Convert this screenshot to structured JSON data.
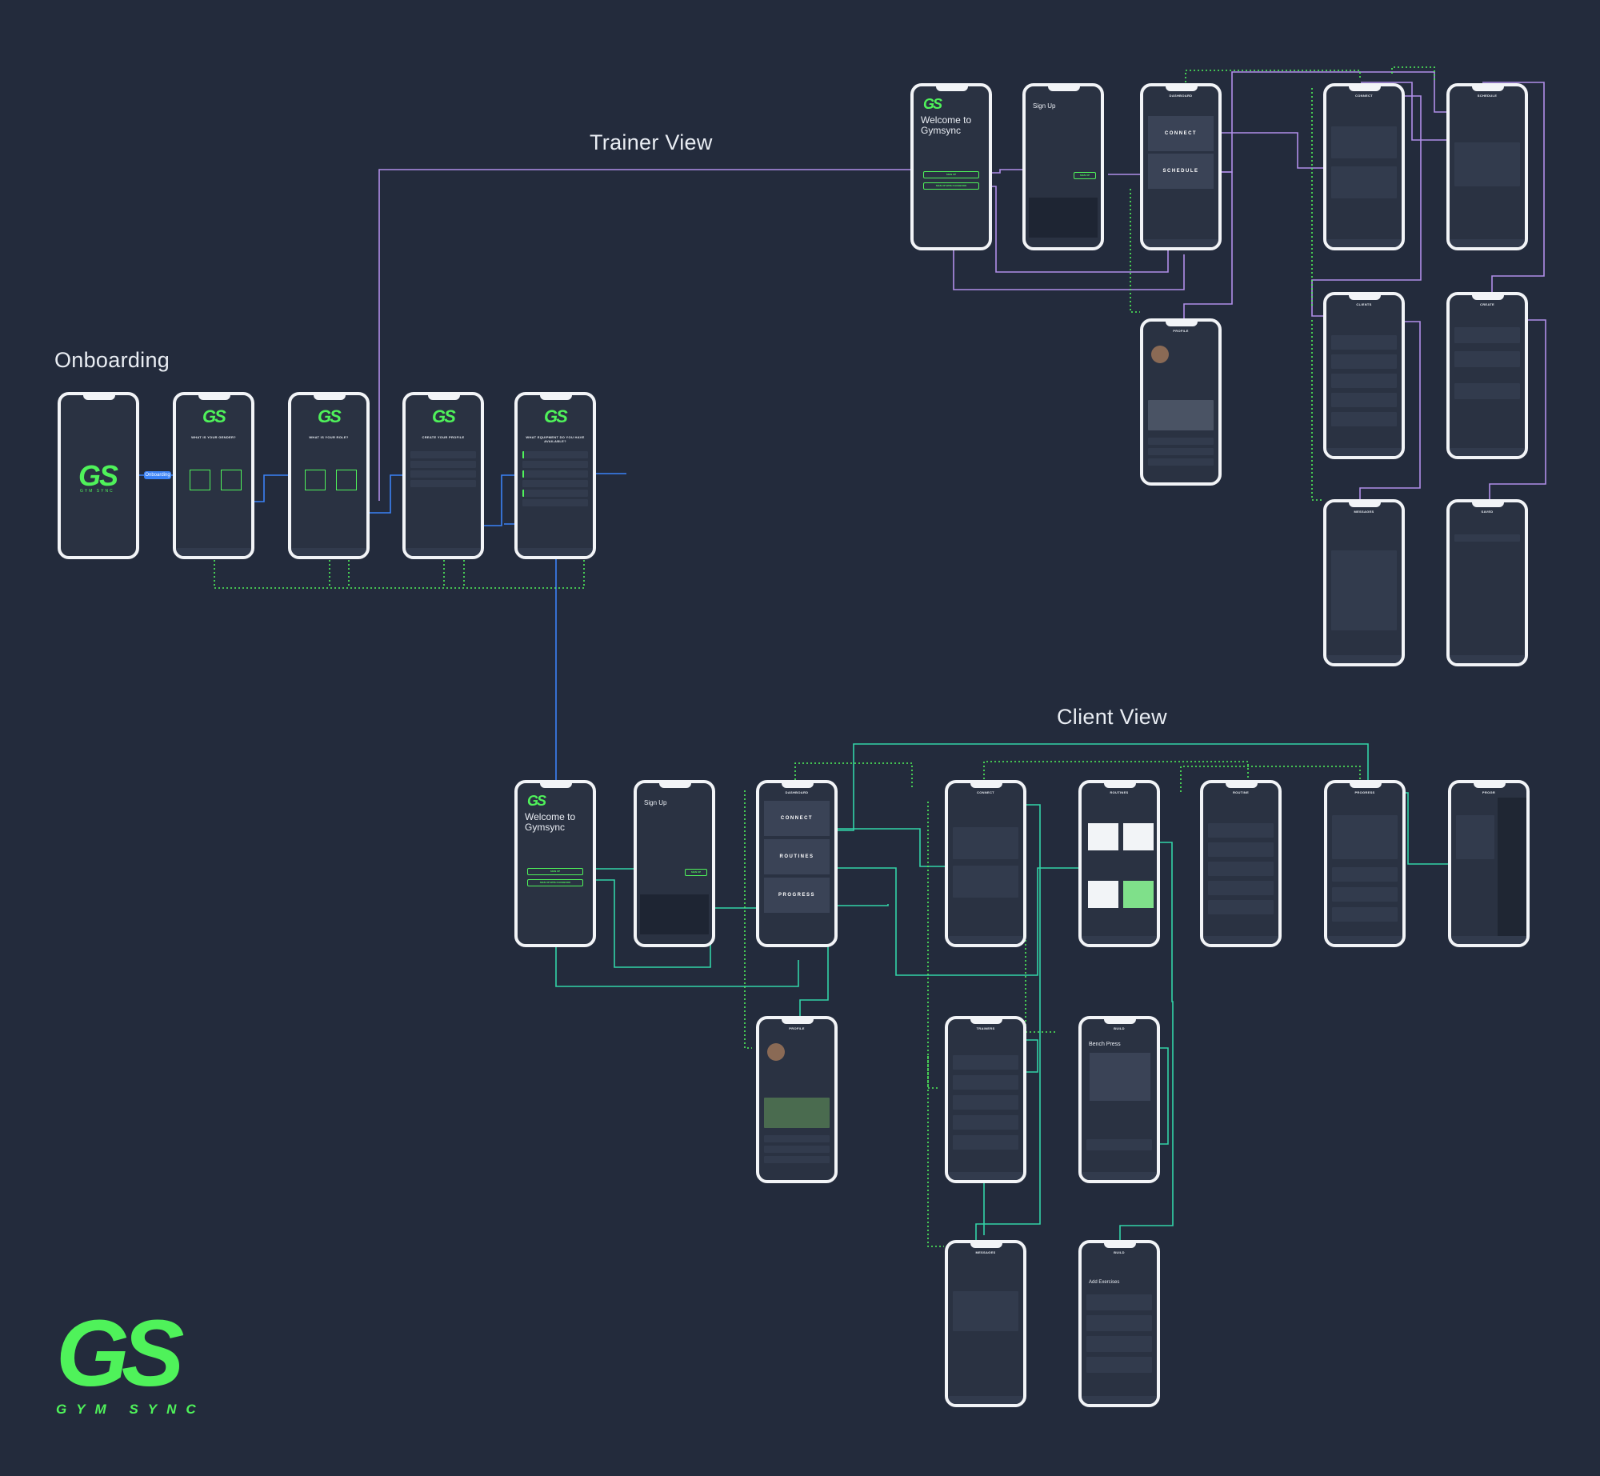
{
  "titles": {
    "trainer_view": "Trainer View",
    "onboarding": "Onboarding",
    "client_view": "Client View"
  },
  "brand": {
    "logo_letters": "GS",
    "logo_wordmark": "GYM SYNC",
    "accent_color": "#4ff25a",
    "background_color": "#232b3c"
  },
  "flow_badge": "Onboarding",
  "onboarding_screens": [
    {
      "header": ""
    },
    {
      "header": "WHAT IS YOUR GENDER?"
    },
    {
      "header": "WHAT IS YOUR ROLE?"
    },
    {
      "header": "CREATE YOUR PROFILE"
    },
    {
      "header": "WHAT EQUIPMENT DO YOU HAVE AVAILABLE?"
    }
  ],
  "trainer_screens": {
    "welcome": {
      "title": "Welcome to Gymsync",
      "btn1": "SIGN UP",
      "btn2": "SIGN UP WITH FACEBOOK"
    },
    "signup": {
      "title": "Sign Up",
      "btn": "SIGN UP"
    },
    "dashboard": {
      "header": "DASHBOARD",
      "tile1": "CONNECT",
      "tile2": "SCHEDULE"
    },
    "connect": {
      "header": "CONNECT"
    },
    "schedule": {
      "header": "SCHEDULE"
    },
    "profile": {
      "header": "PROFILE"
    },
    "clients": {
      "header": "CLIENTS"
    },
    "create": {
      "header": "CREATE"
    },
    "messages": {
      "header": "MESSAGES"
    },
    "saved": {
      "header": "SAVED"
    }
  },
  "client_screens": {
    "welcome": {
      "title": "Welcome to Gymsync",
      "btn1": "SIGN UP",
      "btn2": "SIGN UP WITH FACEBOOK"
    },
    "signup": {
      "title": "Sign Up",
      "btn": "SIGN UP"
    },
    "dashboard": {
      "header": "DASHBOARD",
      "tile1": "CONNECT",
      "tile2": "ROUTINES",
      "tile3": "PROGRESS"
    },
    "connect": {
      "header": "CONNECT"
    },
    "routines": {
      "header": "ROUTINES"
    },
    "routine": {
      "header": "ROUTINE"
    },
    "progress": {
      "header": "PROGRESS"
    },
    "progress2": {
      "header": "PROGR"
    },
    "profile": {
      "header": "PROFILE"
    },
    "trainers": {
      "header": "TRAINERS"
    },
    "build": {
      "header": "BUILD",
      "title": "Bench Press"
    },
    "messages": {
      "header": "MESSAGES"
    },
    "build2": {
      "header": "BUILD",
      "title": "Add Exercises"
    }
  }
}
